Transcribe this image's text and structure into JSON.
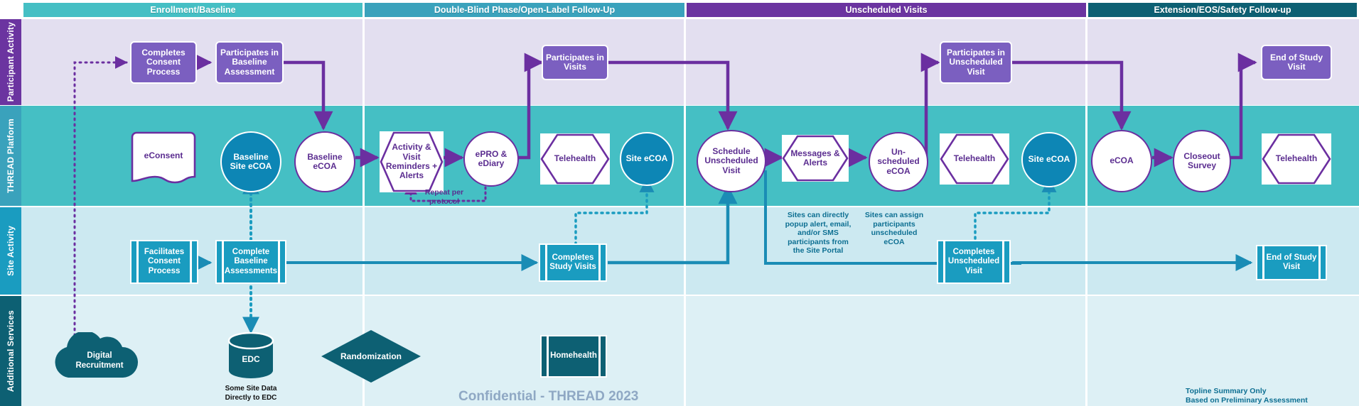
{
  "meta": {
    "confidential": "Confidential - THREAD 2023"
  },
  "colors": {
    "phase_enrollment": "#45bfc4",
    "phase_doubleblind": "#3aa2bc",
    "phase_unscheduled": "#6b34a0",
    "phase_extension": "#0d6073",
    "lane_participant_bg": "#e3dff0",
    "lane_platform_bg": "#45bfc4",
    "lane_site_bg": "#cce9f1",
    "lane_additional_bg": "#ddf0f5",
    "lane_participant_tab": "#6b34a0",
    "lane_platform_tab": "#3aa2bc",
    "lane_site_tab": "#1a9cc0",
    "lane_additional_tab": "#0d6073",
    "purple_node": "#7b5fc0",
    "purple_stroke": "#6b2fa0",
    "teal_fill": "#0d86b5",
    "site_box": "#1a9cc0",
    "dark_teal": "#0d6073",
    "note_teal": "#0d6f92"
  },
  "phases": [
    {
      "id": "enrollment",
      "label": "Enrollment/Baseline"
    },
    {
      "id": "double_blind",
      "label": "Double-Blind Phase/Open-Label Follow-Up"
    },
    {
      "id": "unscheduled",
      "label": "Unscheduled Visits"
    },
    {
      "id": "extension",
      "label": "Extension/EOS/Safety Follow-up"
    }
  ],
  "lanes": [
    {
      "id": "participant",
      "label": "Participant Activity"
    },
    {
      "id": "platform",
      "label": "THREAD Platform"
    },
    {
      "id": "site",
      "label": "Site Activity"
    },
    {
      "id": "additional",
      "label": "Additional Services"
    }
  ],
  "participant_nodes": [
    {
      "id": "consent",
      "label": "Completes\nConsent\nProcess"
    },
    {
      "id": "baseline_assessment",
      "label": "Participates in\nBaseline\nAssessment"
    },
    {
      "id": "visits",
      "label": "Participates in\nVisits"
    },
    {
      "id": "unscheduled_visit",
      "label": "Participates in\nUnscheduled\nVisit"
    },
    {
      "id": "end_of_study",
      "label": "End of Study\nVisit"
    }
  ],
  "platform_nodes": [
    {
      "id": "econsent",
      "label": "eConsent",
      "shape": "document",
      "fill": "white"
    },
    {
      "id": "baseline_site_ecoa",
      "label": "Baseline\nSite eCOA",
      "shape": "circle",
      "fill": "teal"
    },
    {
      "id": "baseline_ecoa",
      "label": "Baseline\neCOA",
      "shape": "circle",
      "fill": "white"
    },
    {
      "id": "activity_reminders",
      "label": "Activity &\nVisit\nReminders +\nAlerts",
      "shape": "hexagon",
      "fill": "white"
    },
    {
      "id": "epro_ediary",
      "label": "ePRO &\neDiary",
      "shape": "circle",
      "fill": "white"
    },
    {
      "id": "telehealth_1",
      "label": "Telehealth",
      "shape": "hexagon",
      "fill": "white"
    },
    {
      "id": "site_ecoa_1",
      "label": "Site eCOA",
      "shape": "circle",
      "fill": "teal"
    },
    {
      "id": "schedule_unsched",
      "label": "Schedule\nUnscheduled\nVisit",
      "shape": "circle",
      "fill": "white"
    },
    {
      "id": "messages_alerts",
      "label": "Messages &\nAlerts",
      "shape": "hexagon",
      "fill": "white"
    },
    {
      "id": "unscheduled_ecoa",
      "label": "Un-\nscheduled\neCOA",
      "shape": "circle",
      "fill": "white"
    },
    {
      "id": "telehealth_2",
      "label": "Telehealth",
      "shape": "hexagon",
      "fill": "white"
    },
    {
      "id": "site_ecoa_2",
      "label": "Site eCOA",
      "shape": "circle",
      "fill": "teal"
    },
    {
      "id": "ecoa",
      "label": "eCOA",
      "shape": "circle",
      "fill": "white"
    },
    {
      "id": "closeout_survey",
      "label": "Closeout\nSurvey",
      "shape": "circle",
      "fill": "white"
    },
    {
      "id": "telehealth_3",
      "label": "Telehealth",
      "shape": "hexagon",
      "fill": "white"
    }
  ],
  "site_nodes": [
    {
      "id": "facilitates_consent",
      "label": "Facilitates\nConsent\nProcess"
    },
    {
      "id": "complete_baseline",
      "label": "Complete\nBaseline\nAssessments"
    },
    {
      "id": "completes_visits",
      "label": "Completes\nStudy Visits"
    },
    {
      "id": "completes_unscheduled",
      "label": "Completes\nUnscheduled\nVisit"
    },
    {
      "id": "site_end_of_study",
      "label": "End of Study\nVisit"
    }
  ],
  "additional_nodes": [
    {
      "id": "digital_recruitment",
      "label": "Digital\nRecruitment",
      "shape": "cloud"
    },
    {
      "id": "edc",
      "label": "EDC",
      "shape": "cylinder"
    },
    {
      "id": "randomization",
      "label": "Randomization",
      "shape": "diamond"
    },
    {
      "id": "homehealth",
      "label": "Homehealth",
      "shape": "box"
    }
  ],
  "annotations": [
    {
      "id": "repeat_per_protocol",
      "label": "Repeat per\nprotocol",
      "color": "purple"
    },
    {
      "id": "site_portal_note",
      "label": "Sites can directly\npopup alert, email,\nand/or SMS\nparticipants from\nthe Site Portal",
      "color": "teal"
    },
    {
      "id": "assign_ecoa_note",
      "label": "Sites can assign\nparticipants\nunscheduled\neCOA",
      "color": "teal"
    },
    {
      "id": "edc_caption",
      "label": "Some Site Data\nDirectly to EDC",
      "color": "black"
    },
    {
      "id": "topline_note",
      "label": "Topline Summary Only\nBased on Preliminary Assessment",
      "color": "teal"
    }
  ]
}
